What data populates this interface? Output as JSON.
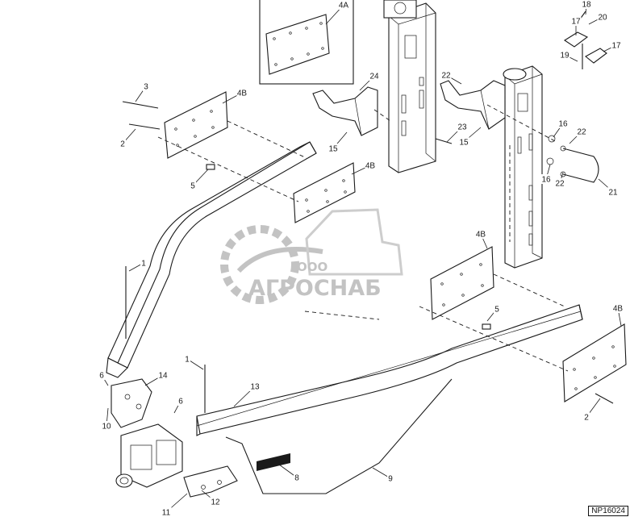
{
  "diagram": {
    "callouts": [
      {
        "id": "c-18",
        "label": "18"
      },
      {
        "id": "c-20",
        "label": "20"
      },
      {
        "id": "c-17a",
        "label": "17"
      },
      {
        "id": "c-17b",
        "label": "17"
      },
      {
        "id": "c-19",
        "label": "19"
      },
      {
        "id": "c-4a",
        "label": "4A"
      },
      {
        "id": "c-3",
        "label": "3"
      },
      {
        "id": "c-4b-1",
        "label": "4B"
      },
      {
        "id": "c-2a",
        "label": "2"
      },
      {
        "id": "c-24",
        "label": "24"
      },
      {
        "id": "c-22a",
        "label": "22"
      },
      {
        "id": "c-23",
        "label": "23"
      },
      {
        "id": "c-15a",
        "label": "15"
      },
      {
        "id": "c-15b",
        "label": "15"
      },
      {
        "id": "c-16a",
        "label": "16"
      },
      {
        "id": "c-22b",
        "label": "22"
      },
      {
        "id": "c-16b",
        "label": "16"
      },
      {
        "id": "c-22c",
        "label": "22"
      },
      {
        "id": "c-21",
        "label": "21"
      },
      {
        "id": "c-5a",
        "label": "5"
      },
      {
        "id": "c-4b-2",
        "label": "4B"
      },
      {
        "id": "c-1a",
        "label": "1"
      },
      {
        "id": "c-4b-3",
        "label": "4B"
      },
      {
        "id": "c-5b",
        "label": "5"
      },
      {
        "id": "c-4b-4",
        "label": "4B"
      },
      {
        "id": "c-6a",
        "label": "6"
      },
      {
        "id": "c-14",
        "label": "14"
      },
      {
        "id": "c-1b",
        "label": "1"
      },
      {
        "id": "c-13",
        "label": "13"
      },
      {
        "id": "c-6b",
        "label": "6"
      },
      {
        "id": "c-10",
        "label": "10"
      },
      {
        "id": "c-2b",
        "label": "2"
      },
      {
        "id": "c-8",
        "label": "8"
      },
      {
        "id": "c-9",
        "label": "9"
      },
      {
        "id": "c-11",
        "label": "11"
      },
      {
        "id": "c-12",
        "label": "12"
      }
    ],
    "drawing_code": "NP16024",
    "watermark": {
      "company_prefix": "ООО",
      "company_name": "АГРОСНАБ"
    }
  },
  "colors": {
    "line": "#1a1a1a",
    "watermark": "#bdbdbd",
    "background": "#ffffff"
  }
}
